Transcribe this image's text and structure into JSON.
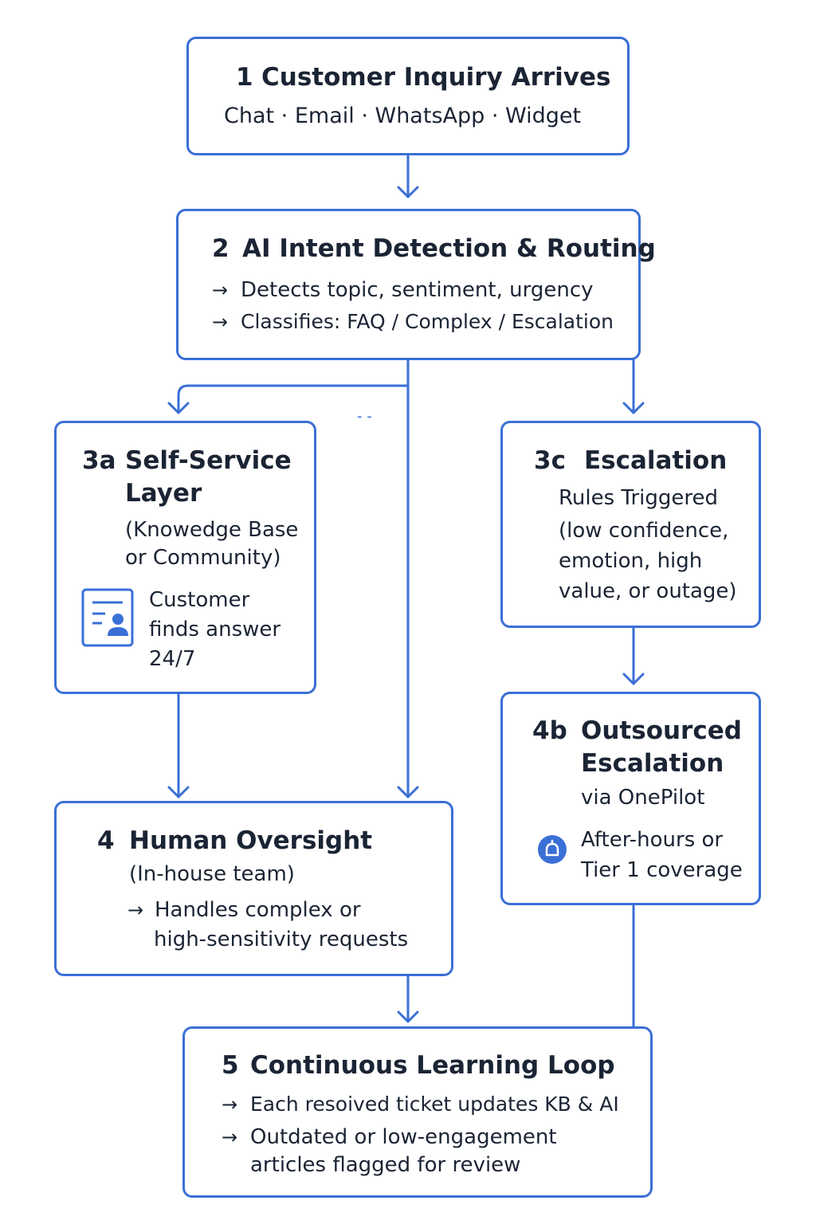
{
  "accent_color": "#3a6fd6",
  "text_color": "#1b2434",
  "nodes": {
    "n1": {
      "number": "1",
      "title": "Customer Inquiry Arrives",
      "subtitle": "Chat · Email · WhatsApp · Widget"
    },
    "n2": {
      "number": "2",
      "title": "AI Intent Detection & Routing",
      "bullet_arrow": "→",
      "bullets": [
        "Detects topic, sentiment, urgency",
        "Classifies: FAQ / Complex / Escalation"
      ]
    },
    "n3a": {
      "number": "3a",
      "title_line1": "Self-Service",
      "title_line2": "Layer",
      "desc_line1": "(Knowedge Base",
      "desc_line2": "or Community)",
      "icon": "knowledge-profile-icon",
      "note_lines": [
        "Customer",
        "finds answer",
        "24/7"
      ]
    },
    "n3c": {
      "number": "3c",
      "title": "Escalation",
      "desc_lines": [
        "Rules Triggered",
        "(low confidence,",
        "emotion, high",
        "value, or outage)"
      ]
    },
    "n4": {
      "number": "4",
      "title": "Human Oversight",
      "subtitle": "(In-house team)",
      "bullet_arrow": "→",
      "bullet_line1": "Handles complex or",
      "bullet_line2": "high-sensitivity  requests"
    },
    "n4b": {
      "number": "4b",
      "title_line1": "Outsourced",
      "title_line2": "Escalation",
      "subtitle": "via OnePilot",
      "icon": "support-agent-icon",
      "note_lines": [
        "After-hours or",
        "Tier 1 coverage"
      ]
    },
    "n5": {
      "number": "5",
      "title": "Continuous Learning Loop",
      "bullet_arrow": "→",
      "bullet1": "Each resoived ticket updates KB & AI",
      "bullet2_line1": "Outdated or low-engagement",
      "bullet2_line2": "articles flagged for review"
    }
  },
  "stray_mark": "- -"
}
